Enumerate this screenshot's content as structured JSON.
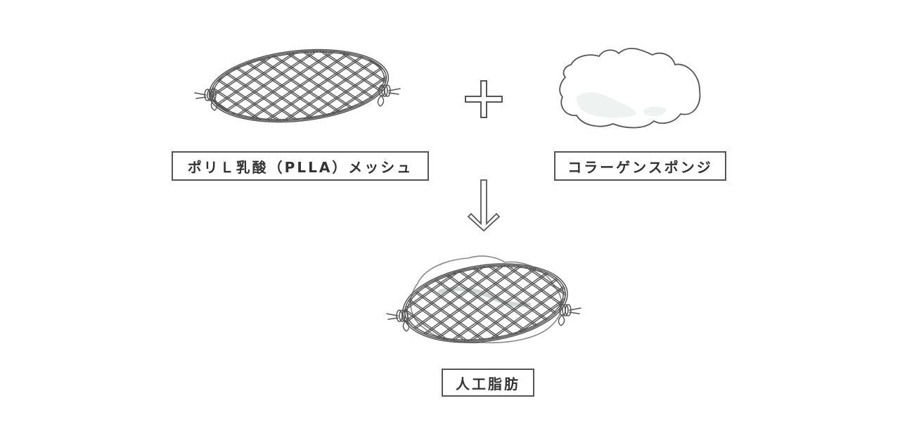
{
  "labels": {
    "mesh": "ポリＬ乳酸（PLLA）メッシュ",
    "sponge": "コラーゲンスポンジ",
    "result": "人工脂肪"
  },
  "colors": {
    "line": "#555555",
    "text": "#333333",
    "sponge_fill": "#ffffff",
    "sponge_shade": "#eef2f0",
    "background": "#ffffff"
  },
  "icons": {
    "operator": "plus-icon",
    "flow": "arrow-down-icon"
  }
}
